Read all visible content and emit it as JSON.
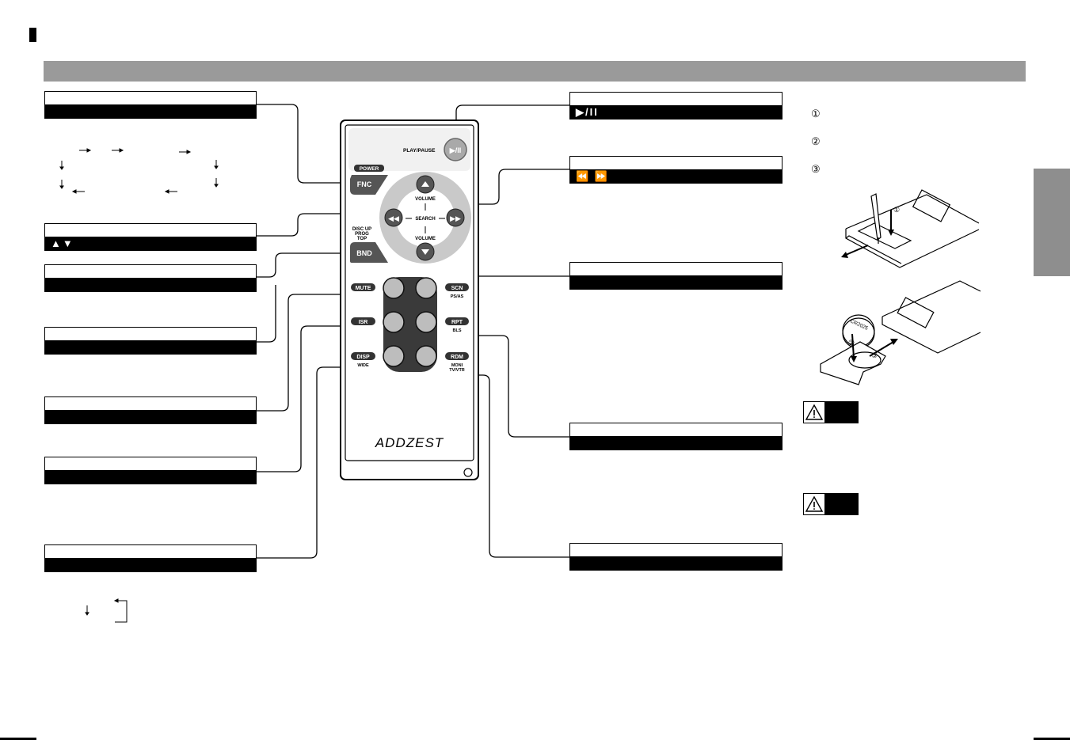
{
  "remote": {
    "brand": "ADDZEST",
    "labels": {
      "power": "POWER",
      "fnc": "FNC",
      "play_pause": "PLAY/PAUSE",
      "volume_up": "VOLUME",
      "volume_down": "VOLUME",
      "search": "SEARCH",
      "disc_up": "DISC UP",
      "prog": "PROG",
      "top": "TOP",
      "bnd": "BND",
      "mute": "MUTE",
      "scn": "SCN",
      "ps_as": "PS/AS",
      "isr": "ISR",
      "rpt": "RPT",
      "bls": "BLS",
      "disp": "DISP",
      "wide": "WIDE",
      "rdm": "RDM",
      "moni": "MONI",
      "tv_vtr": "TV/VTR"
    }
  },
  "callouts": {
    "updown": "▲▼",
    "play_pause": "▶/II",
    "search": "⏪ ⏩"
  },
  "battery_steps": [
    "①",
    "②",
    "③"
  ],
  "battery_figure": {
    "cell_label": "CR2025",
    "step1": "①",
    "step2": "②",
    "step3": "③"
  },
  "warnings": [
    {
      "icon": "warning-triangle-icon"
    },
    {
      "icon": "warning-triangle-icon"
    }
  ]
}
